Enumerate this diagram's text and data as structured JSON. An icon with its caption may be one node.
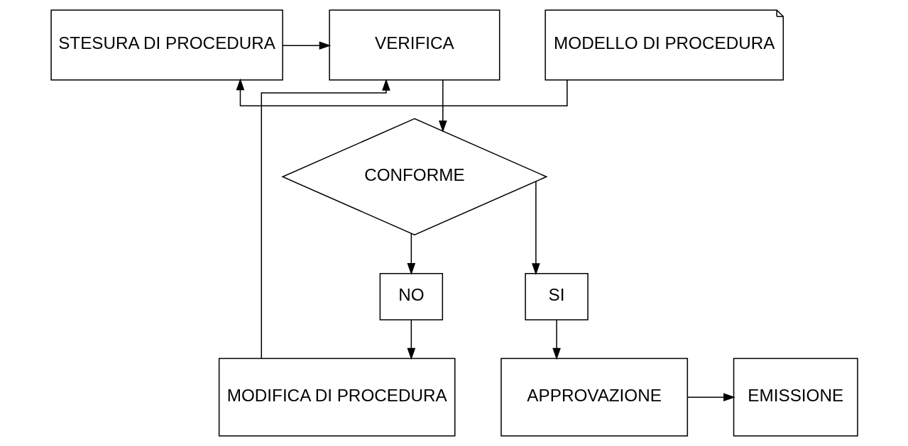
{
  "diagram": {
    "nodes": [
      {
        "text": [
          "STESURA DI PROCEDURA"
        ]
      },
      {
        "text": [
          "VERIFICA"
        ]
      },
      {
        "text": [
          "MODELLO DI PROCEDURA"
        ]
      },
      {
        "text": [
          "CONFORME"
        ]
      },
      {
        "text": [
          "NO"
        ]
      },
      {
        "text": [
          "SI"
        ]
      },
      {
        "text": [
          "MODIFICA DI PROCEDURA"
        ]
      },
      {
        "text": [
          "APPROVAZIONE"
        ]
      },
      {
        "text": [
          "EMISSIONE"
        ]
      }
    ],
    "edges": [
      {
        "from": 2,
        "to": 0,
        "arrow": "to"
      },
      {
        "from": 0,
        "to": 1,
        "arrow": "to"
      },
      {
        "from": 6,
        "to": 1,
        "arrow": "to"
      },
      {
        "from": 1,
        "to": 3,
        "arrow": "to"
      },
      {
        "from": 3,
        "to": 4,
        "arrow": "to"
      },
      {
        "from": 3,
        "to": 5,
        "arrow": "to"
      },
      {
        "from": 4,
        "to": 6,
        "arrow": "to"
      },
      {
        "from": 5,
        "to": 7,
        "arrow": "to"
      },
      {
        "from": 7,
        "to": 8,
        "arrow": "to"
      }
    ]
  }
}
